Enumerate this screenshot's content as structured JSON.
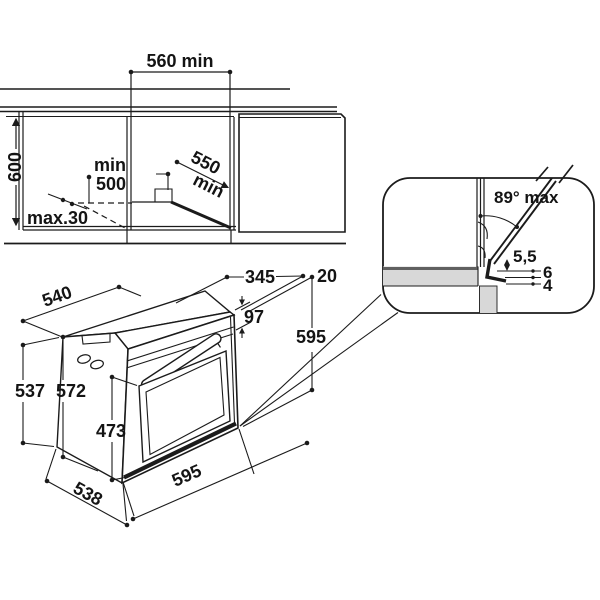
{
  "diagram_title": "Built-in oven installation dimensions",
  "colors": {
    "line": "#1b1b1b",
    "panel_gray": "#d8d8d8",
    "worktop_edge_gray": "#606060",
    "background": "#ffffff"
  },
  "top_view": {
    "labels": {
      "niche_width": "560 min",
      "niche_height": "600",
      "depth_min_word": "min",
      "depth_value": "500",
      "diagonal_value": "550",
      "diagonal_min_word": "min",
      "rear_clearance": "max.30"
    }
  },
  "oven_view": {
    "labels": {
      "top_depth": "540",
      "top_width": "345",
      "rear_flange": "20",
      "panel_height": "97",
      "height_right": "595",
      "body_height": "537",
      "front_height": "572",
      "door_height": "473",
      "width_bottom": "595",
      "bottom_depth": "538"
    }
  },
  "detail_view": {
    "labels": {
      "door_angle": "89° max",
      "door_gap": "5,5",
      "clearance_upper": "6",
      "clearance_lower": "4"
    }
  }
}
